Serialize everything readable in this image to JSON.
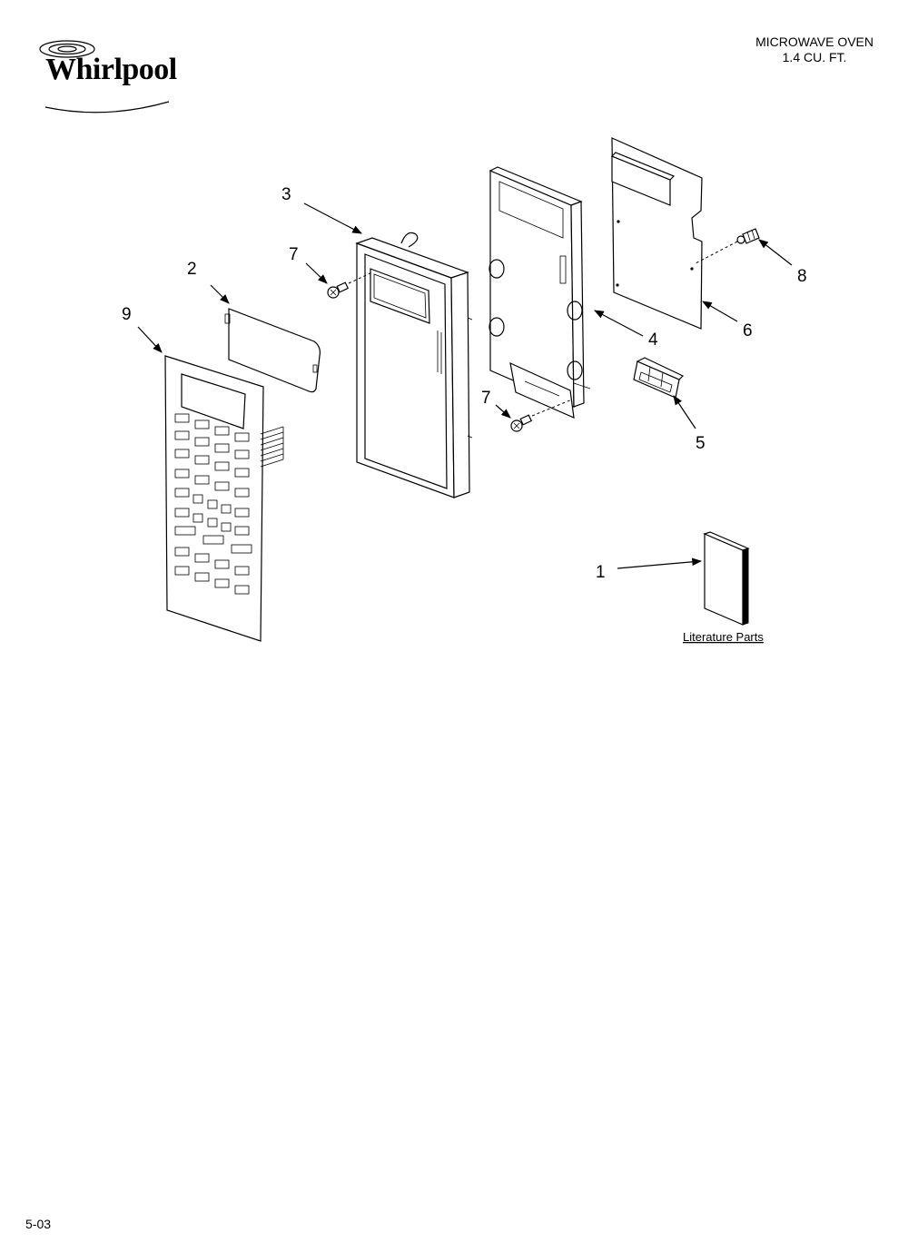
{
  "brand": {
    "logo_text": "Whirlpool"
  },
  "header": {
    "line1": "MICROWAVE OVEN",
    "line2": "1.4 CU. FT."
  },
  "callouts": {
    "c1": "1",
    "c2": "2",
    "c3": "3",
    "c4": "4",
    "c5": "5",
    "c6": "6",
    "c7a": "7",
    "c7b": "7",
    "c8": "8",
    "c9": "9"
  },
  "literature_label": "Literature Parts",
  "footer": {
    "date_code": "5-03"
  }
}
